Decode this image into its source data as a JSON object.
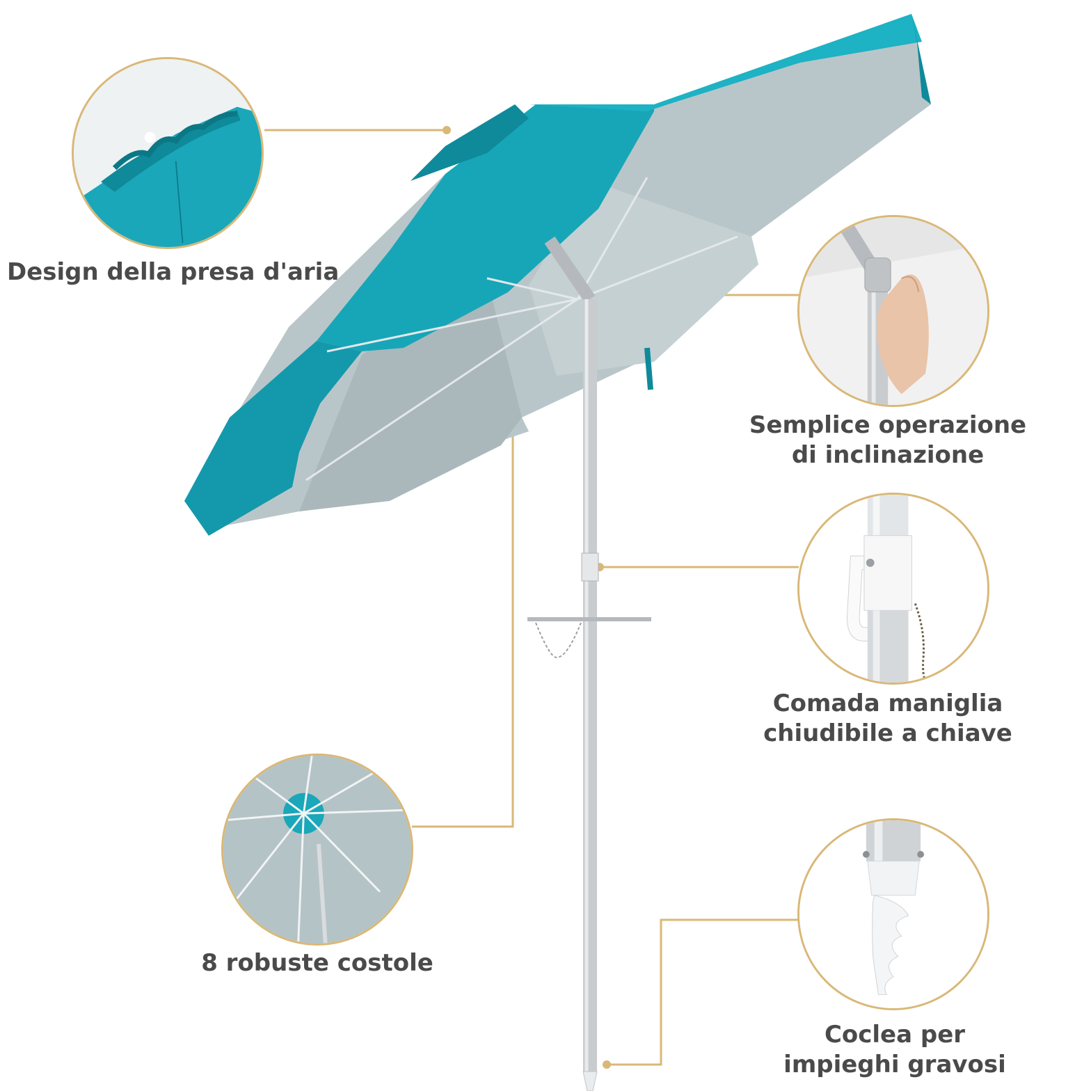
{
  "colors": {
    "canopy": "#17a6b8",
    "canopy_dark": "#0f8a9a",
    "canopy_underside": "#b9c6c9",
    "pole": "#c9cccf",
    "callout_line": "#d9b877",
    "text": "#4a4a4a"
  },
  "features": [
    {
      "id": "vent",
      "lines": [
        "Design della presa d'aria"
      ],
      "icon": "vent-detail-photo"
    },
    {
      "id": "tilt",
      "lines": [
        "Semplice operazione",
        "di inclinazione"
      ],
      "icon": "tilt-detail-photo"
    },
    {
      "id": "lock",
      "lines": [
        "Comada maniglia",
        "chiudibile a chiave"
      ],
      "icon": "lock-handle-detail-photo"
    },
    {
      "id": "ribs",
      "lines": [
        "8 robuste costole"
      ],
      "icon": "ribs-detail-photo"
    },
    {
      "id": "auger",
      "lines": [
        "Coclea per",
        "impieghi gravosi"
      ],
      "icon": "auger-detail-photo"
    }
  ]
}
